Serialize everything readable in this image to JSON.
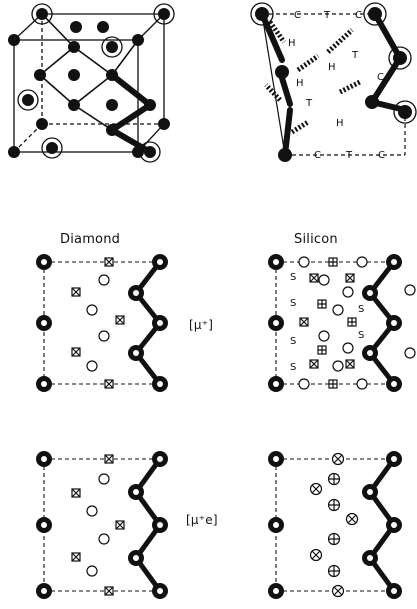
{
  "figure": {
    "top_right_sites": [
      {
        "id": "c1",
        "text": "C"
      },
      {
        "id": "t1",
        "text": "T"
      },
      {
        "id": "c2",
        "text": "C"
      },
      {
        "id": "h1",
        "text": "H"
      },
      {
        "id": "h2",
        "text": "H"
      },
      {
        "id": "h3",
        "text": "H"
      },
      {
        "id": "t2",
        "text": "T"
      },
      {
        "id": "c3",
        "text": "C"
      },
      {
        "id": "t3",
        "text": "T"
      },
      {
        "id": "h4",
        "text": "H"
      },
      {
        "id": "c4",
        "text": "C"
      },
      {
        "id": "t4",
        "text": "T"
      },
      {
        "id": "c5",
        "text": "C"
      }
    ],
    "columns": {
      "left": "Diamond",
      "right": "Silicon"
    },
    "rows": {
      "mu_plus": "[μ⁺]",
      "mu_plus_e": "[μ⁺e]"
    },
    "s_label": "S"
  }
}
